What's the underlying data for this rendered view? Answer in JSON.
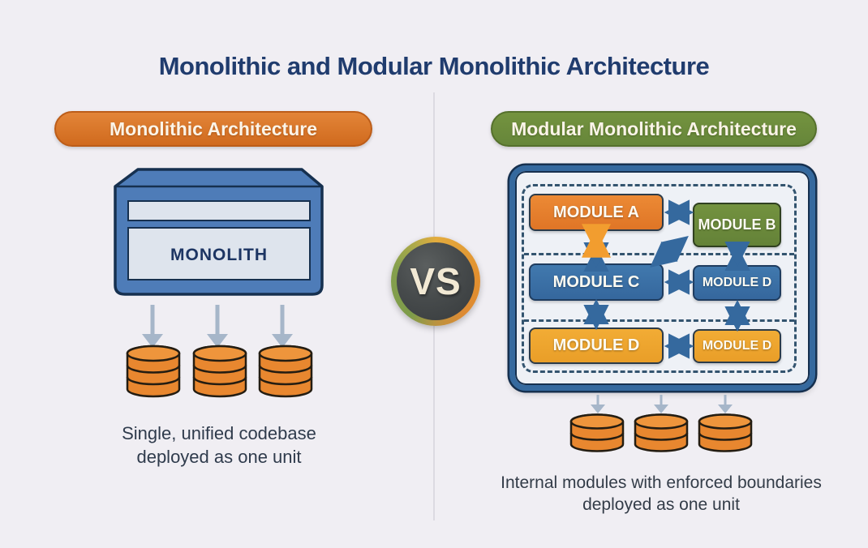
{
  "title": "Monolithic and Modular Monolithic Architecture",
  "vs_badge": "VS",
  "left_panel": {
    "header": "Monolithic Architecture",
    "monolith_label": "MONOLITH",
    "caption": [
      "Single, unified codebase",
      "deployed as one unit"
    ]
  },
  "right_panel": {
    "header": "Modular Monolithic Architecture",
    "modules": {
      "a": "MODULE A",
      "b": "MODULE B",
      "c": "MODULE C",
      "d_blue": "MODULE D",
      "d_yellow_left": "MODULE D",
      "d_yellow_right": "MODULE D"
    },
    "caption": [
      "Internal modules with enforced boundaries",
      "deployed as one unit"
    ]
  },
  "colors": {
    "background": "#F0EEF3",
    "title_text": "#203C6E",
    "monolithic_header_orange": "#D9771F",
    "modular_header_green": "#66863A",
    "monolith_blue": "#4E7CB8",
    "module_orange": "#E2792B",
    "module_green": "#6E8F3D",
    "module_blue": "#3A72A8",
    "module_yellow": "#EFA62C",
    "database_orange": "#E8872F",
    "arrow_blue": "#35699E",
    "arrow_orange": "#F29D2F",
    "arrow_gray": "#A6B6C9"
  }
}
